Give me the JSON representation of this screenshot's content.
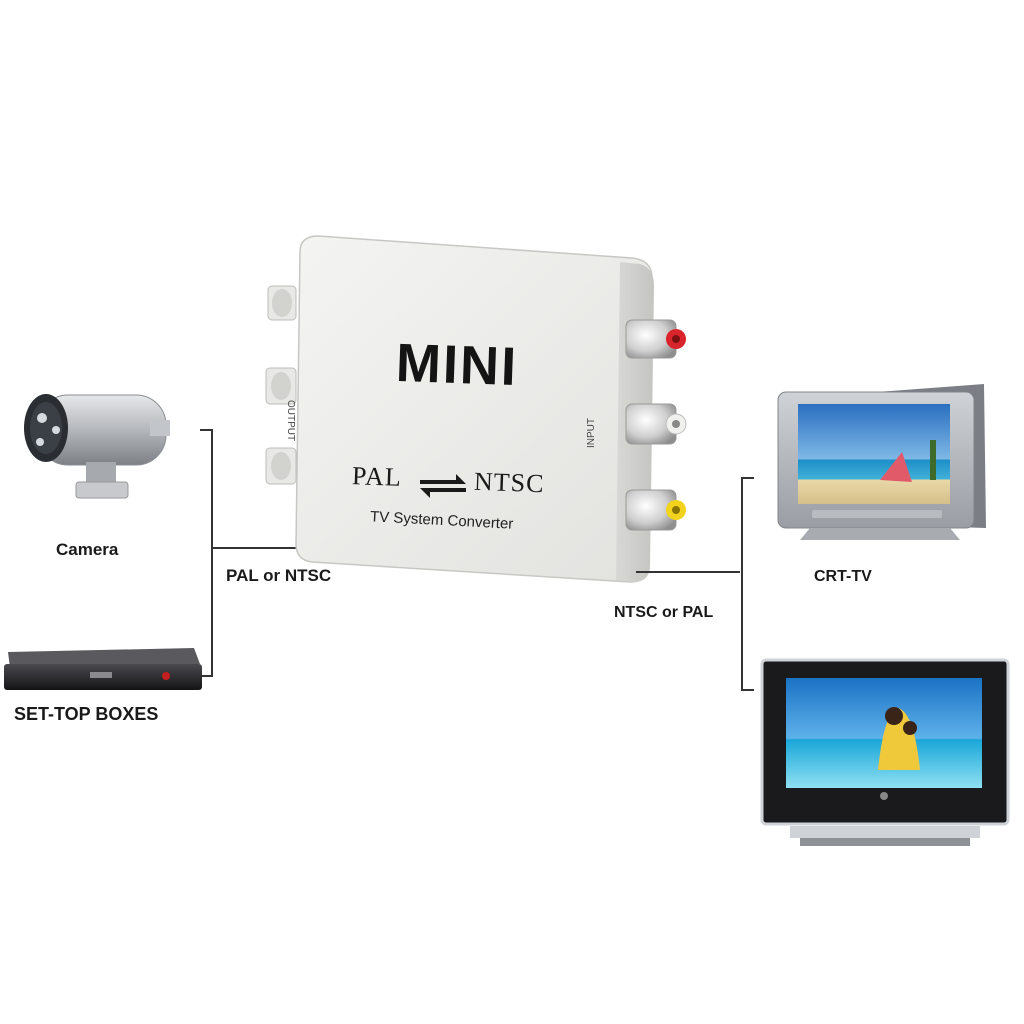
{
  "converter": {
    "brand": "MINI",
    "mode_left": "PAL",
    "mode_right": "NTSC",
    "subtitle": "TV System Converter",
    "output_port_label": "OUTPUT",
    "input_port_label": "INPUT"
  },
  "sources": {
    "camera_label": "Camera",
    "settop_label": "SET-TOP BOXES",
    "signal_label": "PAL or NTSC"
  },
  "displays": {
    "crt_label": "CRT-TV",
    "signal_label": "NTSC or PAL"
  },
  "colors": {
    "rca_red": "#d8242a",
    "rca_yellow": "#f2d21c",
    "rca_white": "#f0f0ee"
  }
}
